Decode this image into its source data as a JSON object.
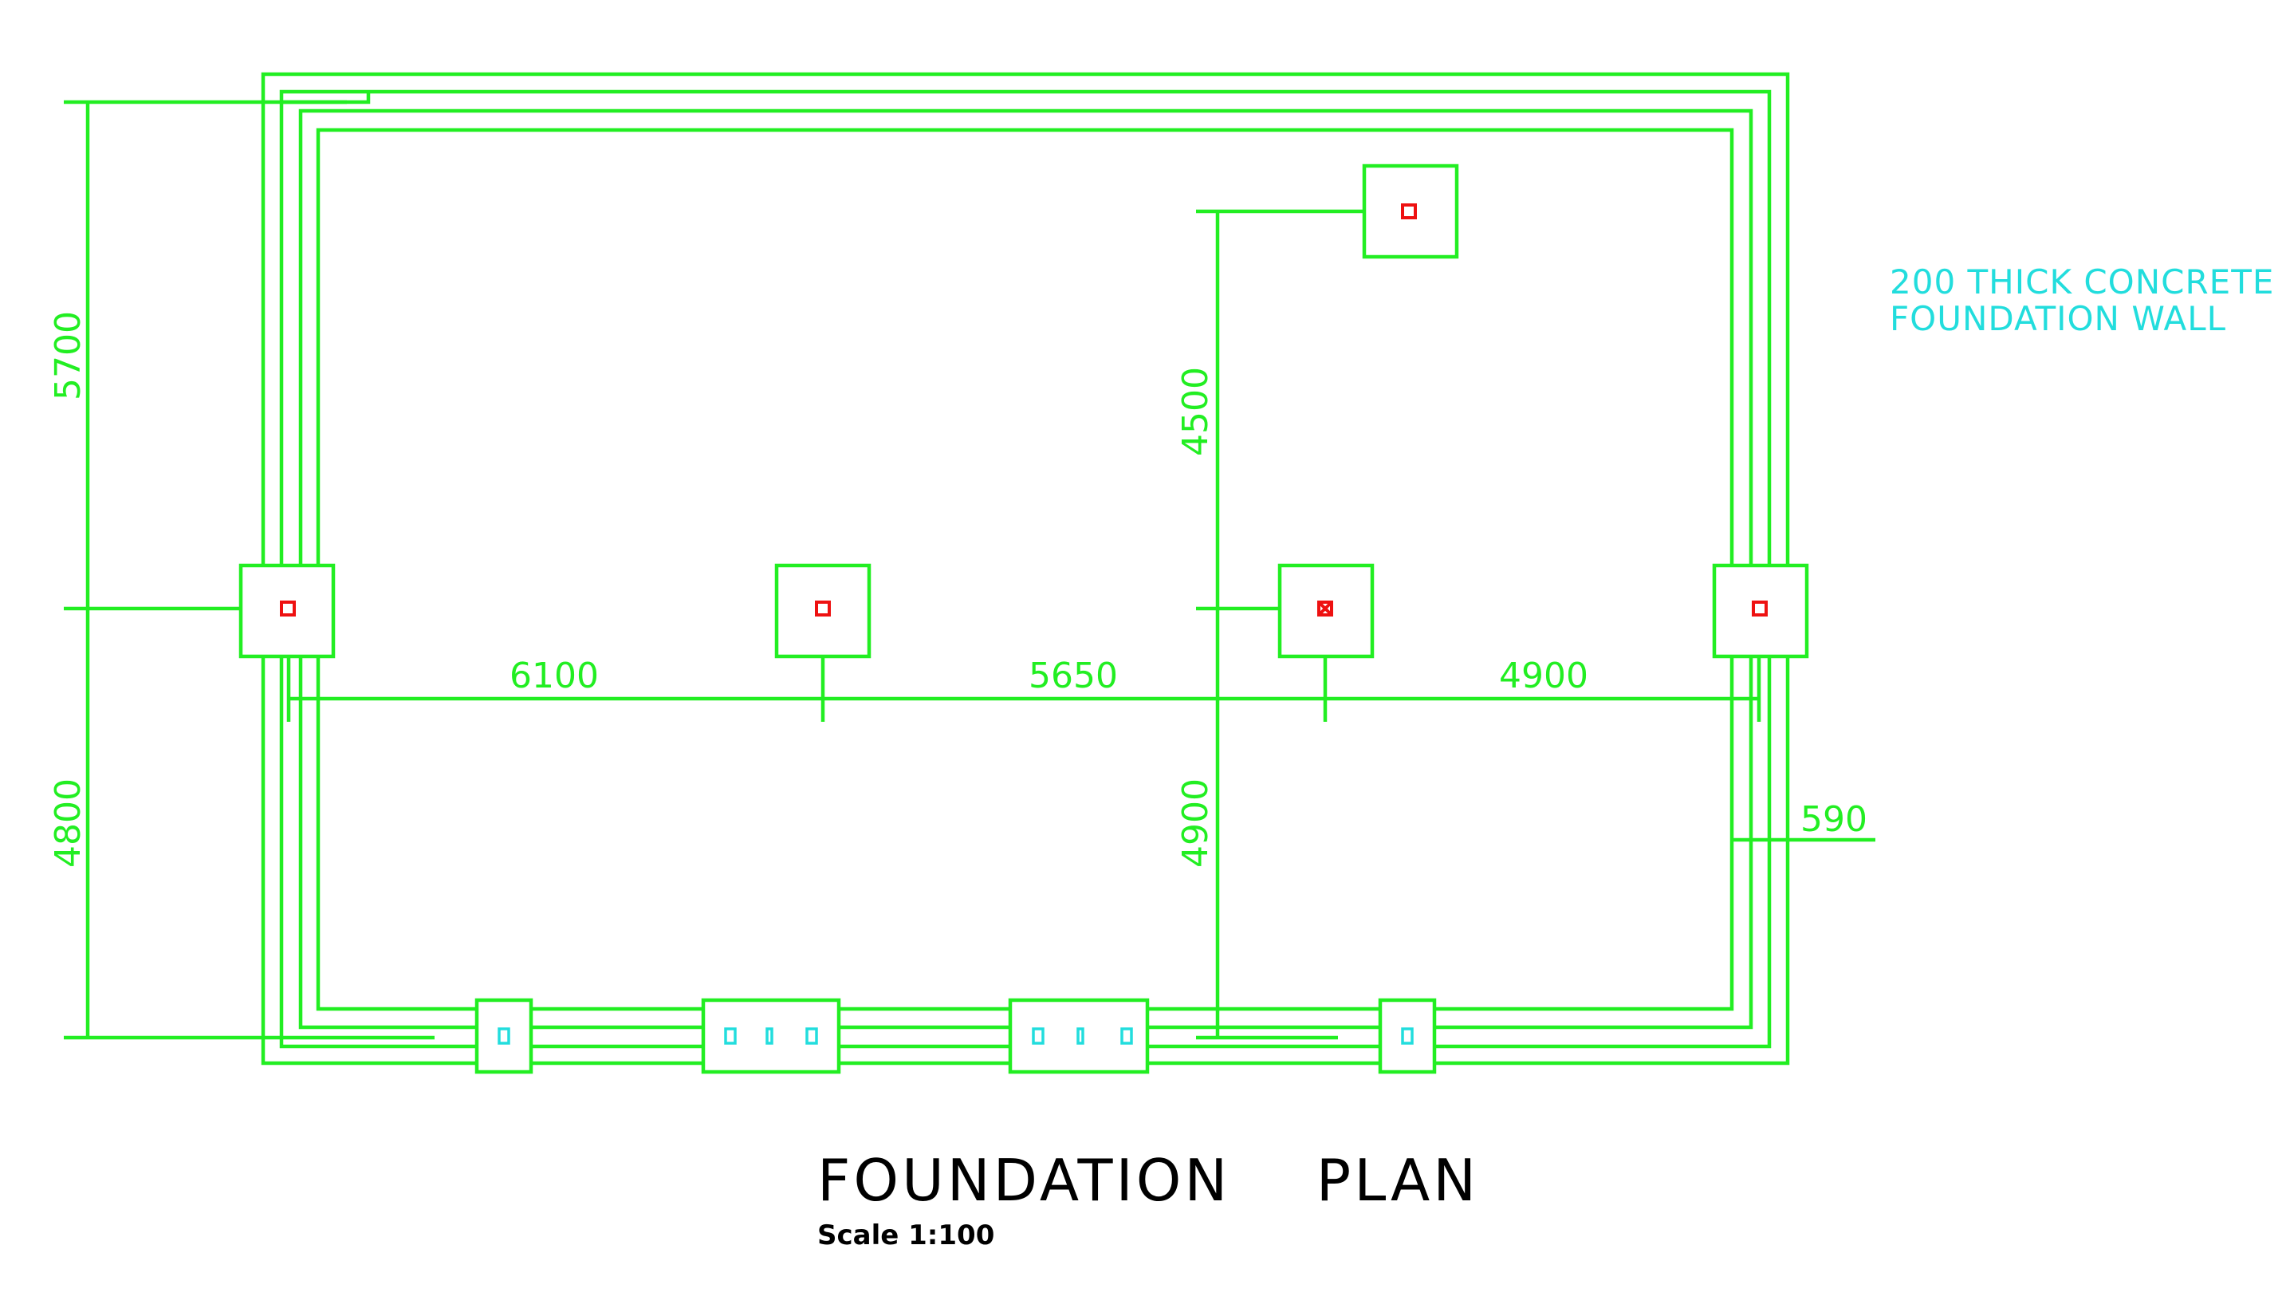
{
  "title": "FOUNDATION    PLAN",
  "scale": "Scale 1:100",
  "note": {
    "line1": "200 THICK CONCRETE",
    "line2": "FOUNDATION WALL"
  },
  "dimensions": {
    "left_upper": "5700",
    "left_lower": "4800",
    "span_1": "6100",
    "span_2": "5650",
    "span_3": "4900",
    "inner_upper": "4500",
    "inner_lower": "4900",
    "right_offset": "590"
  },
  "colors": {
    "lines": "#22ee22",
    "columns": "#ee1111",
    "annotation": "#22dddd",
    "title": "#000000"
  }
}
